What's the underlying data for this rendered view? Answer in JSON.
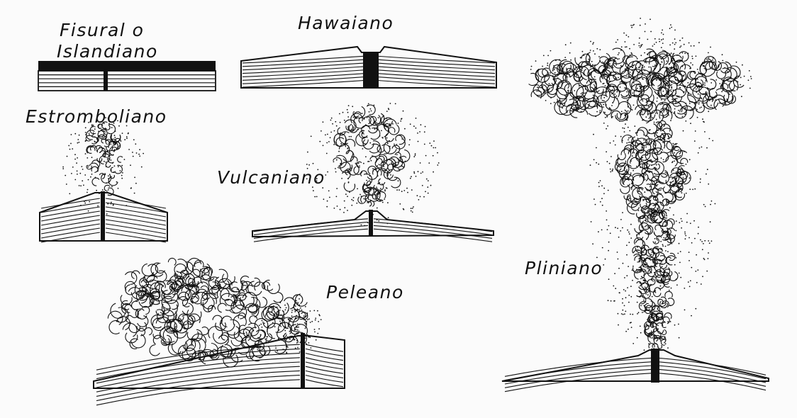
{
  "labels": {
    "fisural_line1": "Fisural o",
    "fisural_line2": "Islandiano",
    "hawaiano": "Hawaiano",
    "estromboliano": "Estromboliano",
    "vulcaniano": "Vulcaniano",
    "peleano": "Peleano",
    "pliniano": "Pliniano"
  },
  "colors": {
    "ink": "#111111",
    "paper": "#fbfbfb"
  }
}
